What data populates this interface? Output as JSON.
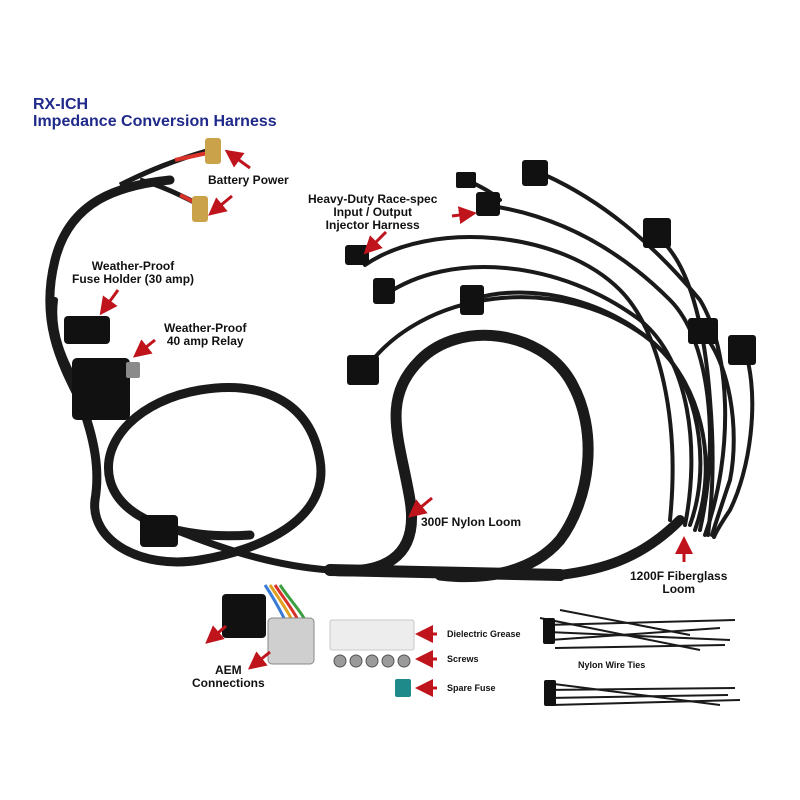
{
  "title": {
    "line1": "RX-ICH",
    "line2": "Impedance Conversion Harness"
  },
  "labels": {
    "battery_power": "Battery Power",
    "injector_harness": [
      "Heavy-Duty Race-spec",
      "Input / Output",
      "Injector Harness"
    ],
    "fuse_holder": [
      "Weather-Proof",
      "Fuse Holder (30 amp)"
    ],
    "relay": [
      "Weather-Proof",
      "40 amp Relay"
    ],
    "nylon_loom": "300F Nylon Loom",
    "fiberglass_loom": [
      "1200F Fiberglass",
      "Loom"
    ],
    "aem_connections": [
      "AEM",
      "Connections"
    ],
    "dielectric_grease": "Dielectric Grease",
    "screws": "Screws",
    "spare_fuse": "Spare Fuse",
    "nylon_wire_ties": "Nylon Wire Ties"
  },
  "colors": {
    "title_blue": "#1f2a8a",
    "arrow_red": "#c0141c",
    "harness_black": "#1a1a1a",
    "fuse_teal": "#1f8a8a"
  }
}
